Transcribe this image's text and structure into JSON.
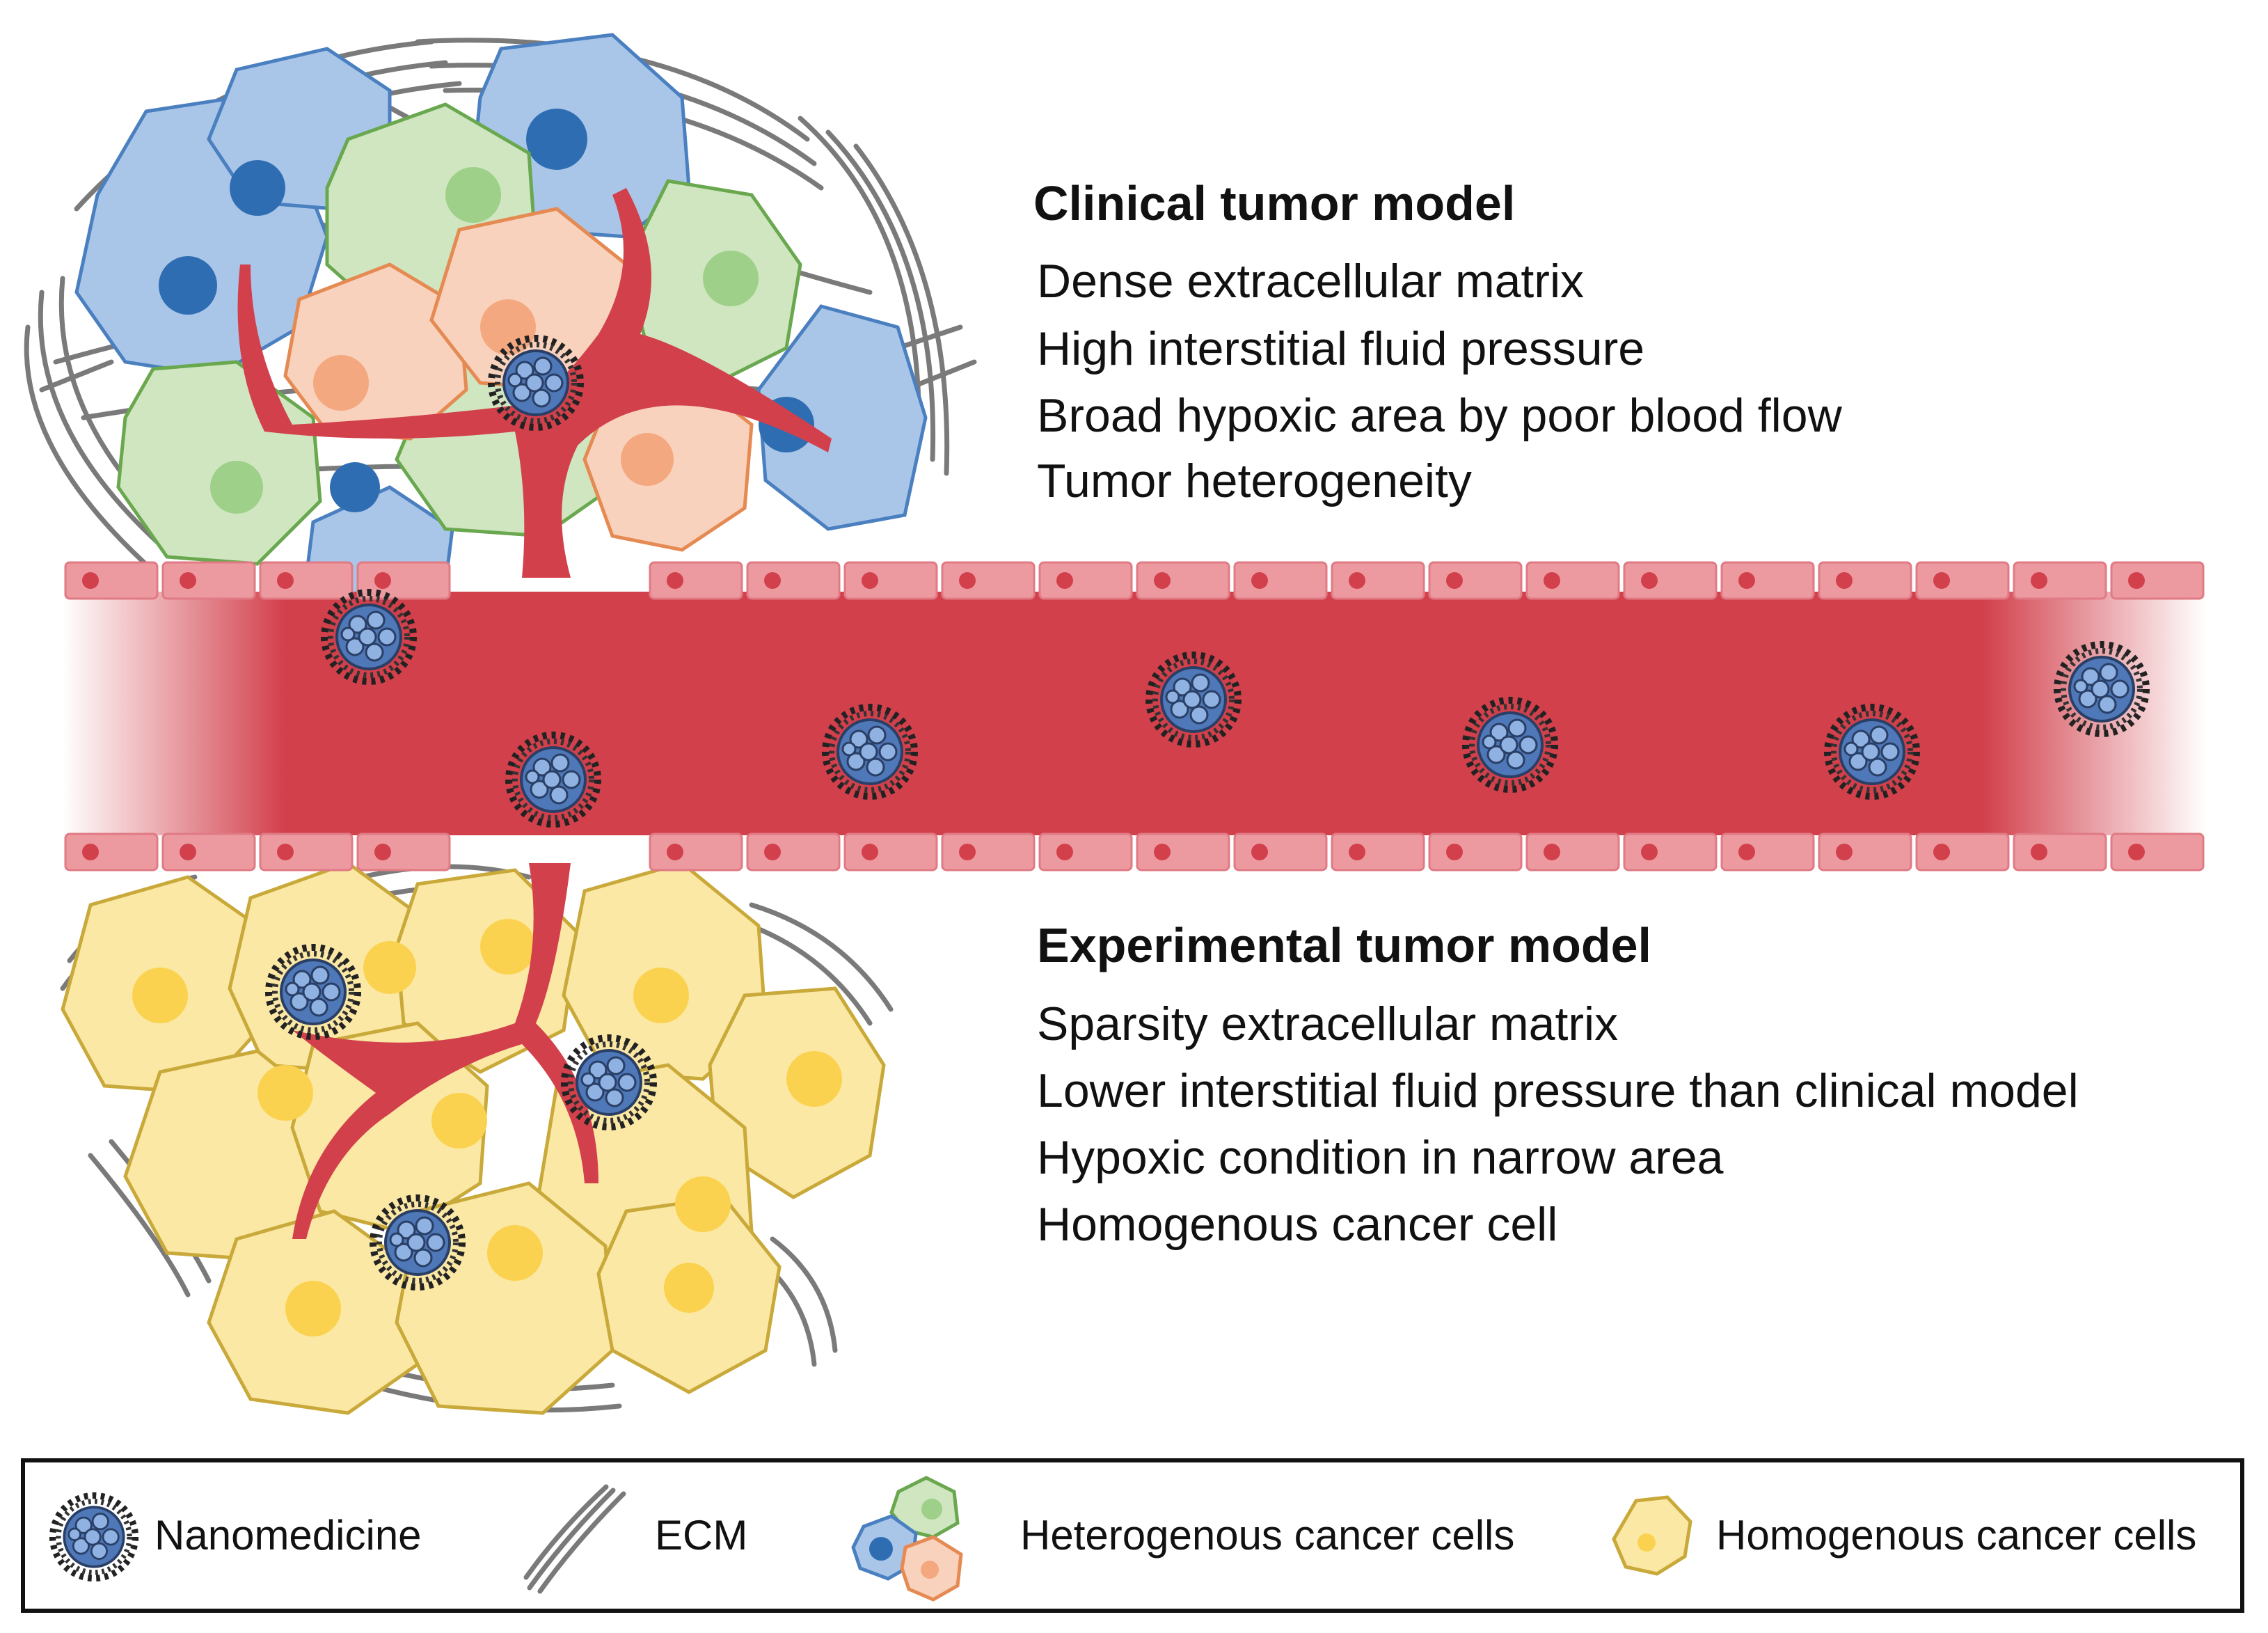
{
  "clinical": {
    "title": "Clinical tumor model",
    "points": [
      "Dense extracellular matrix",
      "High interstitial fluid pressure",
      "Broad hypoxic area by poor blood flow",
      "Tumor heterogeneity"
    ]
  },
  "experimental": {
    "title": "Experimental tumor model",
    "points": [
      "Sparsity extracellular matrix",
      "Lower interstitial fluid pressure than clinical model",
      "Hypoxic condition in narrow area",
      "Homogenous cancer cell"
    ]
  },
  "legend": {
    "nanomedicine": "Nanomedicine",
    "ecm": "ECM",
    "heterogenous": "Heterogenous cancer cells",
    "homogenous": "Homogenous cancer cells"
  },
  "colors": {
    "blood": "#d2404c",
    "vessel_cell": "#ec9aa0",
    "blue_cell": "#a9c6e8",
    "green_cell": "#cfe6c0",
    "orange_cell": "#f8d2bd",
    "yellow_cell": "#fbe8a4",
    "nanoparticle": "#6b8fc4",
    "ecm_fiber": "#7a7a7a"
  },
  "icons": [
    "nanomedicine-icon",
    "ecm-icon",
    "heterogenous-cells-icon",
    "homogenous-cells-icon"
  ]
}
